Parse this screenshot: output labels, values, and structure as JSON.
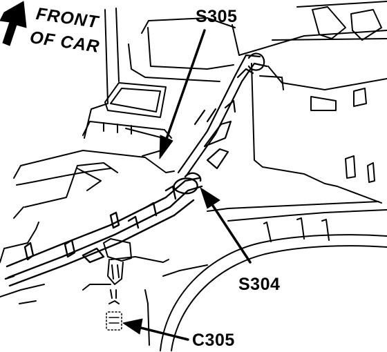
{
  "orientation": {
    "line1": "FRONT",
    "line2": "OF CAR",
    "icon": "arrow-up-left-icon"
  },
  "callouts": {
    "s305": "S305",
    "s304": "S304",
    "c305": "C305"
  },
  "colors": {
    "ink": "#000000",
    "paper": "#ffffff"
  }
}
